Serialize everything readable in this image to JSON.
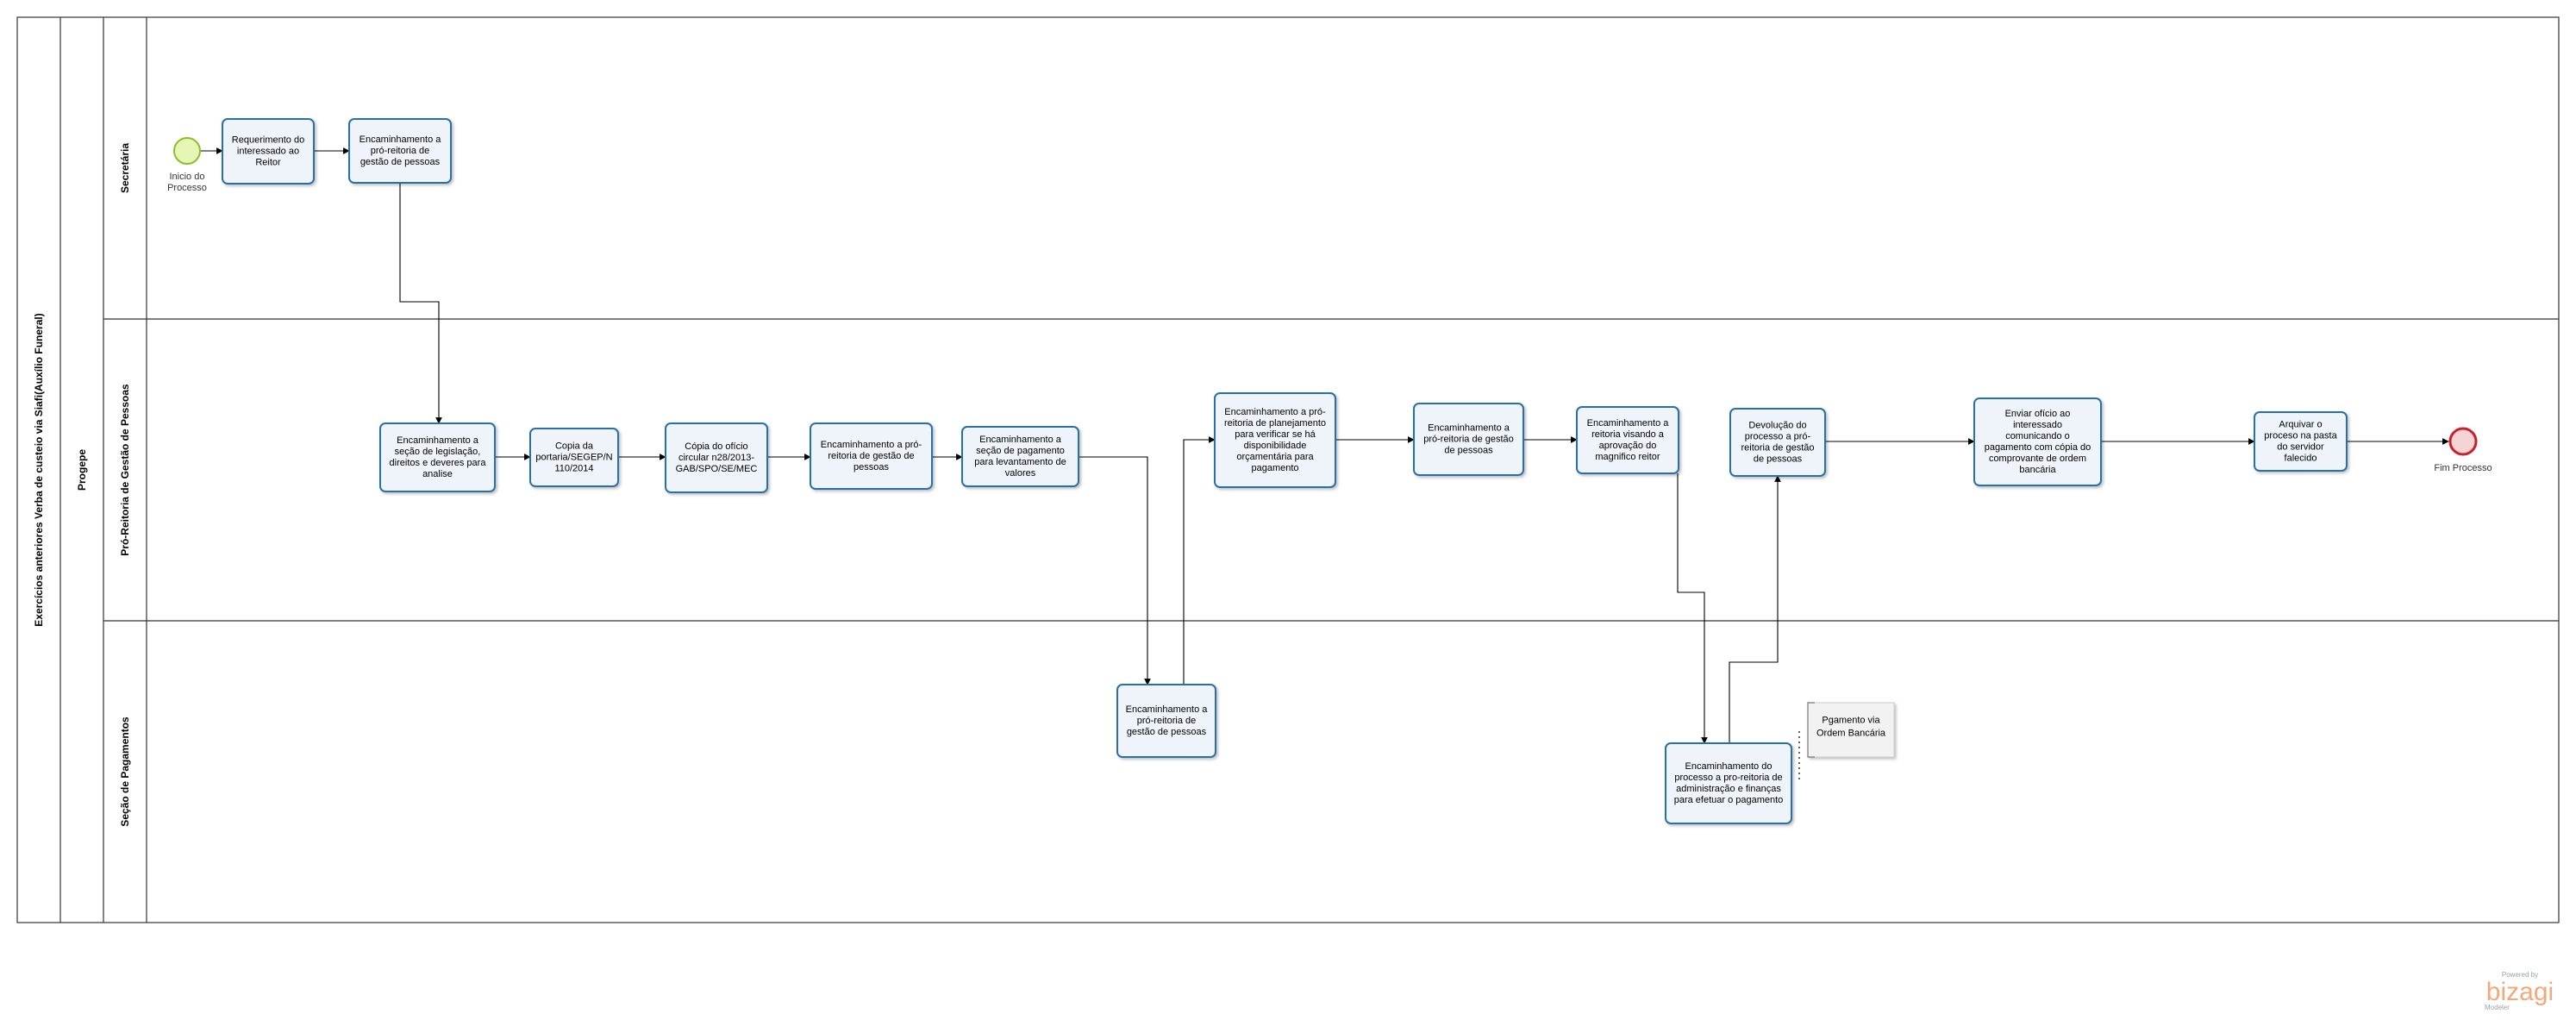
{
  "pool": {
    "title": "Exercícios anteriores Verba de custeio via Siafi(Auxílio Funeral)",
    "sublane": "Progepe"
  },
  "lanes": [
    {
      "id": "secretaria",
      "name": "Secretária"
    },
    {
      "id": "progepe",
      "name": "Pró-Reitoria de Gestão de Pessoas"
    },
    {
      "id": "pagamentos",
      "name": "Seção de Pagamentos"
    }
  ],
  "events": [
    {
      "id": "start",
      "type": "start",
      "label": [
        "Inicio do",
        "Processo"
      ]
    },
    {
      "id": "end",
      "type": "end",
      "label": [
        "Fim Processo"
      ]
    }
  ],
  "tasks": [
    {
      "id": "t1",
      "lines": [
        "Requerimento do",
        "interessado ao",
        "Reitor"
      ]
    },
    {
      "id": "t2",
      "lines": [
        "Encaminhamento a",
        "pró-reitoria de",
        "gestão de pessoas"
      ]
    },
    {
      "id": "t3",
      "lines": [
        "Encaminhamento a",
        "seção de legislação,",
        "direitos e deveres para",
        "analise"
      ]
    },
    {
      "id": "t4",
      "lines": [
        "Copia da",
        "portaria/SEGEP/N",
        "110/2014"
      ]
    },
    {
      "id": "t5",
      "lines": [
        "Cópia do ofício",
        "circular n28/2013-",
        "GAB/SPO/SE/MEC"
      ]
    },
    {
      "id": "t6",
      "lines": [
        "Encaminhamento a pró-",
        "reitoria de gestão de",
        "pessoas"
      ]
    },
    {
      "id": "t7",
      "lines": [
        "Encaminhamento a",
        "seção de pagamento",
        "para levantamento de",
        "valores"
      ]
    },
    {
      "id": "t8",
      "lines": [
        "Encaminhamento a",
        "pró-reitoria de",
        "gestão de pessoas"
      ]
    },
    {
      "id": "t9",
      "lines": [
        "Encaminhamento a pró-",
        "reitoria de planejamento",
        "para verificar se há",
        "disponibilidade",
        "orçamentária para",
        "pagamento"
      ]
    },
    {
      "id": "t10",
      "lines": [
        "Encaminhamento a",
        "pró-reitoria de gestão",
        "de pessoas"
      ]
    },
    {
      "id": "t11",
      "lines": [
        "Encaminhamento a",
        "reitoria visando a",
        "aprovação do",
        "magnifico reitor"
      ]
    },
    {
      "id": "t12",
      "lines": [
        "Encaminhamento do",
        "processo a pro-reitoria de",
        "administração e finanças",
        "para efetuar o pagamento"
      ]
    },
    {
      "id": "t13",
      "lines": [
        "Devolução do",
        "processo a pró-",
        "reitoria de gestão",
        "de pessoas"
      ]
    },
    {
      "id": "t14",
      "lines": [
        "Enviar ofício ao",
        "interessado",
        "comunicando o",
        "pagamento com cópia do",
        "comprovante de ordem",
        "bancária"
      ]
    },
    {
      "id": "t15",
      "lines": [
        "Arquivar o",
        "proceso na pasta",
        "do servidor",
        "falecido"
      ]
    }
  ],
  "annotation": {
    "lines": [
      "Pgamento via",
      "Ordem Bancária"
    ]
  },
  "branding": {
    "powered": "Powered by",
    "name": "bizagi",
    "edition": "Modeler"
  },
  "colors": {
    "task_fill": "#eef4fa",
    "task_stroke": "#2a6fa8",
    "start_fill": "#e6f7b5",
    "start_stroke": "#8dbd2c",
    "end_fill": "#f6d4d4",
    "end_stroke": "#c7212c",
    "lane_stroke": "#333333",
    "brand": "#f2a87a"
  }
}
